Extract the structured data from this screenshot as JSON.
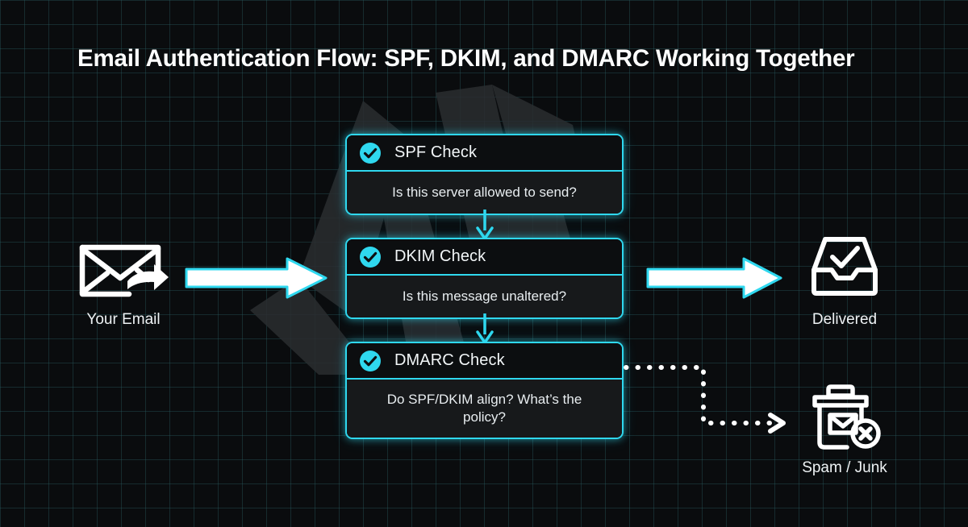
{
  "title": "Email Authentication Flow: SPF, DKIM, and DMARC Working Together",
  "colors": {
    "background": "#0a0c0e",
    "grid_line": "#285a5f",
    "accent_cyan": "#2fd8ef",
    "card_fill": "#0d0f11",
    "card_body_fill": "#17191b",
    "text_primary": "#ffffff",
    "arrow_white": "#ffffff",
    "watermark": "#2a2d30"
  },
  "source_node": {
    "label": "Your Email",
    "icon": "envelope-forward-icon"
  },
  "outcome_nodes": [
    {
      "label": "Delivered",
      "icon": "inbox-check-icon"
    },
    {
      "label": "Spam / Junk",
      "icon": "trash-envelope-x-icon"
    }
  ],
  "checks": [
    {
      "title": "SPF Check",
      "question": "Is this server allowed to send?",
      "status_icon": "check-circle-icon"
    },
    {
      "title": "DKIM Check",
      "question": "Is this message unaltered?",
      "status_icon": "check-circle-icon"
    },
    {
      "title": "DMARC Check",
      "question": "Do SPF/DKIM align? What’s the policy?",
      "status_icon": "check-circle-icon"
    }
  ],
  "connectors": [
    {
      "name": "email-to-checks",
      "style": "solid",
      "color": "#ffffff",
      "direction": "right"
    },
    {
      "name": "spf-to-dkim",
      "style": "solid",
      "color": "#2fd8ef",
      "direction": "down"
    },
    {
      "name": "dkim-to-dmarc",
      "style": "solid",
      "color": "#2fd8ef",
      "direction": "down"
    },
    {
      "name": "checks-to-delivered",
      "style": "solid",
      "color": "#ffffff",
      "direction": "right"
    },
    {
      "name": "dmarc-to-spam",
      "style": "dotted",
      "color": "#ffffff",
      "direction": "right-down-right"
    }
  ]
}
